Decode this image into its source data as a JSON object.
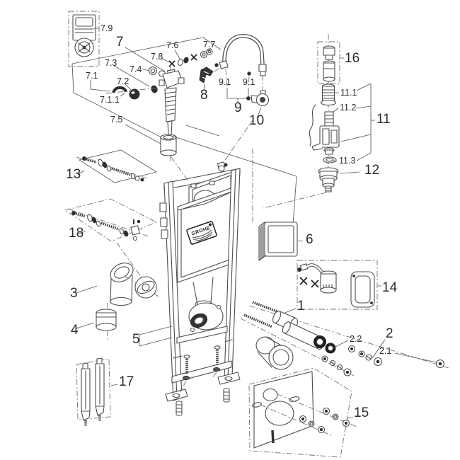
{
  "diagram": {
    "kind": "exploded-parts-diagram",
    "brand": "GROHE"
  },
  "labels": {
    "l7_9": "7.9",
    "l7": "7",
    "l7_6": "7.6",
    "l7_7": "7.7",
    "l7_8": "7.8",
    "l7_3": "7.3",
    "l7_4": "7.4",
    "l7_1": "7.1",
    "l7_2": "7.2",
    "l7_1_1": "7.1.1",
    "l7_5": "7.5",
    "l8": "8",
    "l9_1a": "9.1",
    "l9_1b": "9.1",
    "l9": "9",
    "l10": "10",
    "l16": "16",
    "l11_1": "11.1",
    "l11_2": "11.2",
    "l11": "11",
    "l11_3": "11.3",
    "l12": "12",
    "l13": "13",
    "l18": "18",
    "l3": "3",
    "l4": "4",
    "l5": "5",
    "l6": "6",
    "l14": "14",
    "l1": "1",
    "l2": "2",
    "l2_2": "2.2",
    "l2_1": "2.1",
    "l17": "17",
    "l15": "15"
  }
}
